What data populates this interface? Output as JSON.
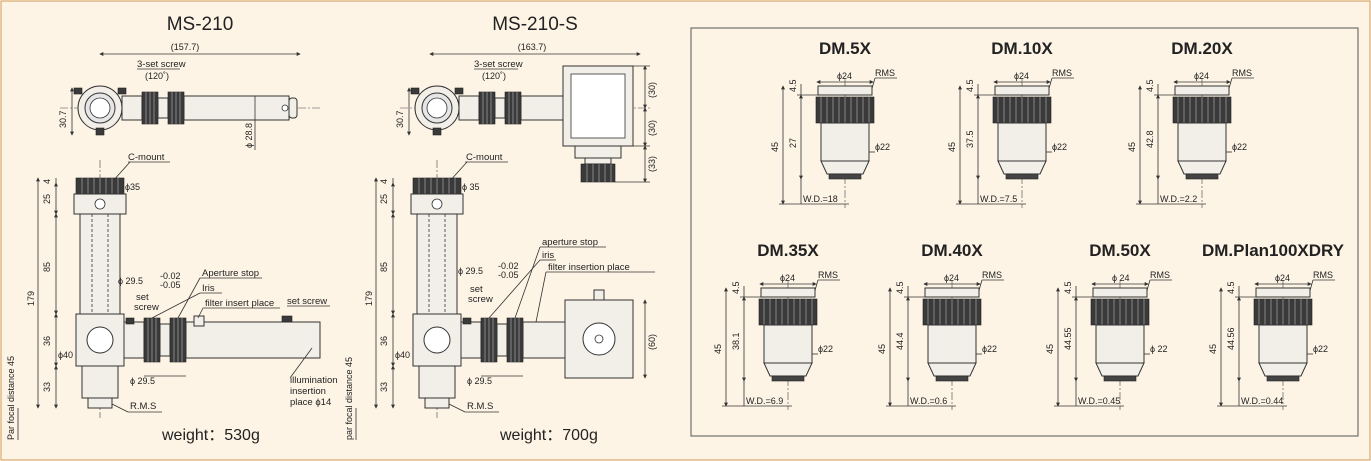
{
  "colors": {
    "background": "#fdf4e6",
    "border": "#d9a86a",
    "line": "#333333",
    "grip": "#3a3a3a"
  },
  "ms210": {
    "title": "MS-210",
    "overall_length": "(157.7)",
    "set_screw_label": "3-set screw",
    "angle": "(120˚)",
    "dim_30_7": "30.7",
    "dim_28_8": "ϕ 28.8",
    "cmount": "C-mount",
    "dia_35": "ϕ35",
    "dia_29_5_tol": "ϕ 29.5",
    "tol_upper": "-0.02",
    "tol_lower": "-0.05",
    "aperture": "Aperture stop",
    "iris": "Iris",
    "set": "set",
    "screw": "screw",
    "filter": "filter insert place",
    "set_screw": "set screw",
    "dia_40": "ϕ40",
    "dia_29_5": "ϕ 29.5",
    "rms": "R.M.S",
    "illum1": "illumination",
    "illum2": "insertion",
    "illum3": "place ϕ14",
    "par_focal": "Par focal distance 45",
    "dims": {
      "d4": "4",
      "d25": "25",
      "d85": "85",
      "d179": "179",
      "d36": "36",
      "d33": "33"
    },
    "weight": "weight：530g"
  },
  "ms210s": {
    "title": "MS-210-S",
    "overall_length": "(163.7)",
    "set_screw_label": "3-set screw",
    "angle": "(120˚)",
    "dim_30_7": "30.7",
    "dim_30a": "(30)",
    "dim_30b": "(30)",
    "dim_33": "(33)",
    "cmount": "C-mount",
    "dia_35": "ϕ 35",
    "dia_29_5_tol": "ϕ 29.5",
    "tol_upper": "-0.02",
    "tol_lower": "-0.05",
    "aperture": "aperture stop",
    "iris": "iris",
    "filter": "filter insertion place",
    "set": "set",
    "screw": "screw",
    "dim_60": "(60)",
    "dia_40": "ϕ40",
    "dia_29_5": "ϕ 29.5",
    "rms": "R.M.S",
    "par_focal": "par focal distance 45",
    "dims": {
      "d4": "4",
      "d25": "25",
      "d85": "85",
      "d179": "179",
      "d36": "36",
      "d33": "33"
    },
    "weight": "weight：700g"
  },
  "objectives": [
    {
      "name": "DM.5X",
      "dia_top": "ϕ24",
      "rms": "RMS",
      "dia_body": "ϕ22",
      "d45": "4.5",
      "dlen": "27",
      "total": "45",
      "wd": "W.D.=18"
    },
    {
      "name": "DM.10X",
      "dia_top": "ϕ24",
      "rms": "RMS",
      "dia_body": "ϕ22",
      "d45": "4.5",
      "dlen": "37.5",
      "total": "45",
      "wd": "W.D.=7.5"
    },
    {
      "name": "DM.20X",
      "dia_top": "ϕ24",
      "rms": "RMS",
      "dia_body": "ϕ22",
      "d45": "4.5",
      "dlen": "42.8",
      "total": "45",
      "wd": "W.D.=2.2"
    },
    {
      "name": "DM.35X",
      "dia_top": "ϕ24",
      "rms": "RMS",
      "dia_body": "ϕ22",
      "d45": "4.5",
      "dlen": "38.1",
      "total": "45",
      "wd": "W.D.=6.9"
    },
    {
      "name": "DM.40X",
      "dia_top": "ϕ24",
      "rms": "RMS",
      "dia_body": "ϕ22",
      "d45": "4.5",
      "dlen": "44.4",
      "total": "45",
      "wd": "W.D.=0.6"
    },
    {
      "name": "DM.50X",
      "dia_top": "ϕ 24",
      "rms": "RMS",
      "dia_body": "ϕ 22",
      "d45": "4.5",
      "dlen": "44.55",
      "total": "45",
      "wd": "W.D.=0.45"
    },
    {
      "name": "DM.Plan100XDRY",
      "dia_top": "ϕ24",
      "rms": "RMS",
      "dia_body": "ϕ22",
      "d45": "4.5",
      "dlen": "44.56",
      "total": "45",
      "wd": "W.D.=0.44"
    }
  ]
}
